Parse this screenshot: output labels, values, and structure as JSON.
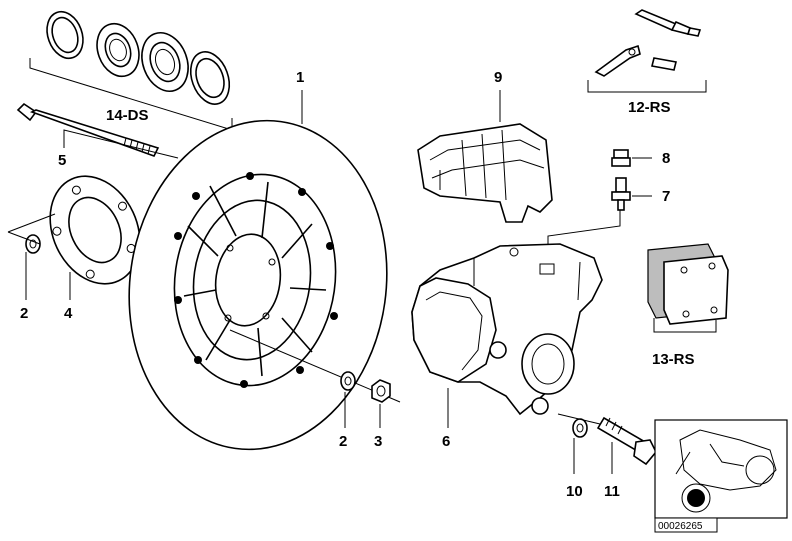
{
  "labels": {
    "p1": "1",
    "p2a": "2",
    "p2b": "2",
    "p3": "3",
    "p4": "4",
    "p5": "5",
    "p6": "6",
    "p7": "7",
    "p8": "8",
    "p9": "9",
    "p10": "10",
    "p11": "11",
    "p12": "12-RS",
    "p13": "13-RS",
    "p14": "14-DS"
  },
  "reference_code": "00026265",
  "colors": {
    "ink": "#000000",
    "paper": "#ffffff",
    "shade": "#bdbdbd"
  }
}
